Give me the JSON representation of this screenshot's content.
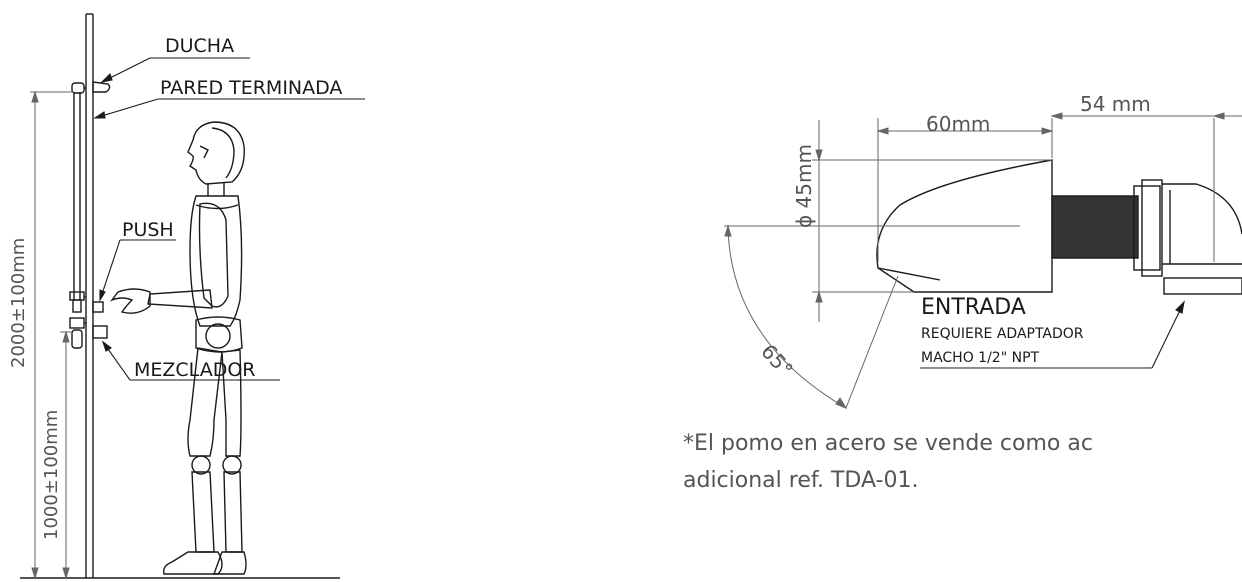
{
  "colors": {
    "line": "#1a1a1a",
    "dim_line": "#666666",
    "fill_dark": "#333333",
    "background": "#ffffff"
  },
  "labels": {
    "ducha": "DUCHA",
    "pared": "PARED TERMINADA",
    "push": "PUSH",
    "mezclador": "MEZCLADOR",
    "height_total": "2000±100mm",
    "height_mixer": "1000±100mm"
  },
  "detail": {
    "dim_60": "60mm",
    "dim_54": "54 mm",
    "dim_45": "ϕ 45mm",
    "angle": "65°",
    "entrada": "ENTRADA",
    "requiere": "REQUIERE ADAPTADOR",
    "macho": "MACHO 1/2\" NPT"
  },
  "note": {
    "line1": "*El pomo en acero se vende como ac",
    "line2": "adicional ref. TDA-01."
  }
}
